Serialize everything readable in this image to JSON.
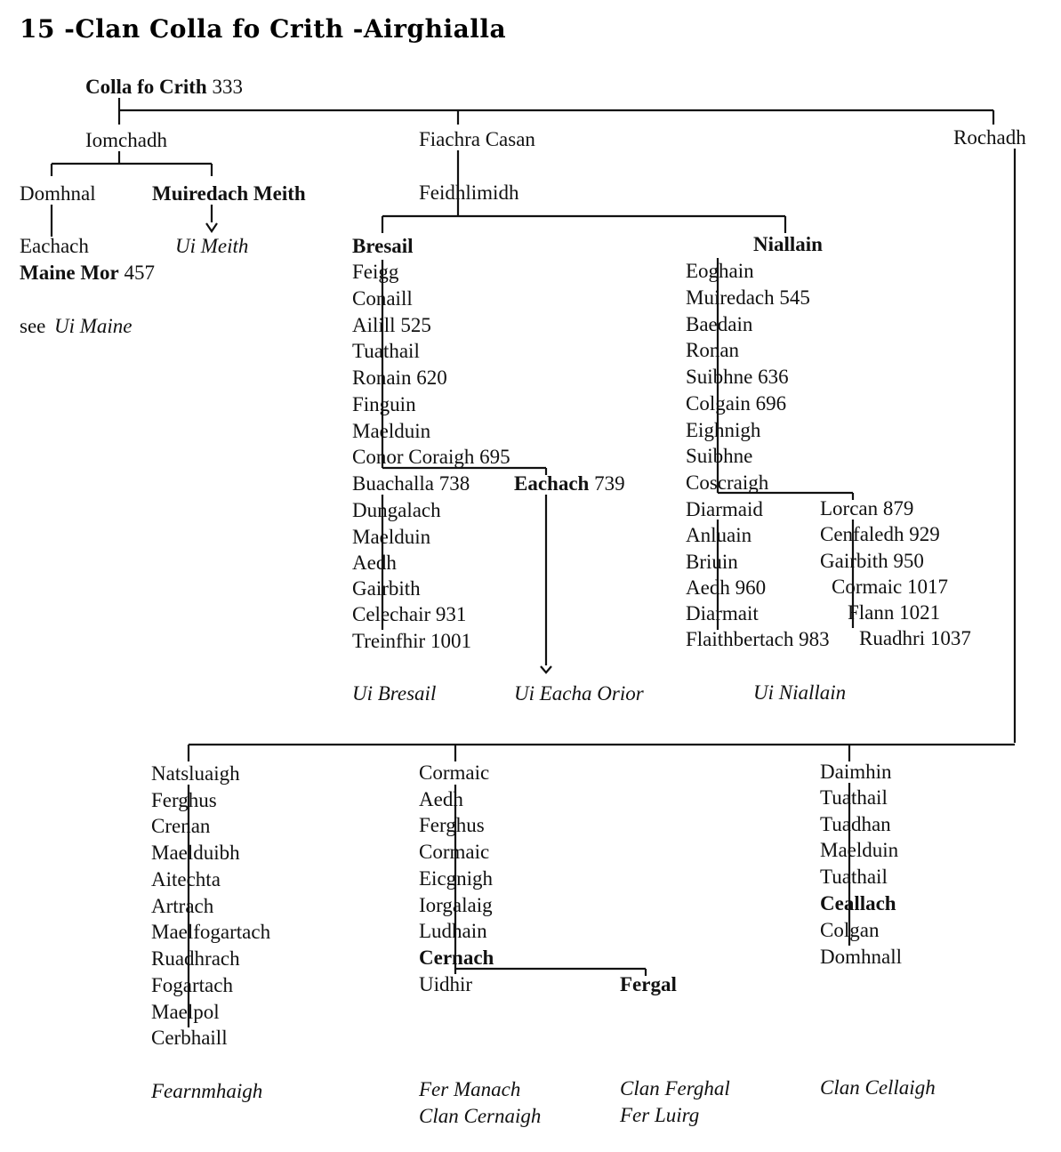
{
  "title": "15 -Clan Colla fo Crith -Airghialla",
  "nodes": [
    {
      "id": "colla",
      "name": "Colla fo Crith",
      "year": "333",
      "bold": true
    },
    {
      "id": "iomchadh",
      "name": "Iomchadh"
    },
    {
      "id": "fiachra",
      "name": "Fiachra Casan"
    },
    {
      "id": "rochadh",
      "name": "Rochadh"
    },
    {
      "id": "domhnal",
      "name": "Domhnal"
    },
    {
      "id": "muiredach_meith",
      "name": "Muiredach Meith",
      "bold": true
    },
    {
      "id": "feidhlimidh",
      "name": "Feidhlimidh"
    },
    {
      "id": "eachach_a",
      "name": "Eachach"
    },
    {
      "id": "ui_meith",
      "name": "Ui Meith",
      "italic": true
    },
    {
      "id": "maine_mor",
      "name": "Maine Mor",
      "year": "457",
      "bold": true
    },
    {
      "id": "see_ui_maine_prefix",
      "name": "see"
    },
    {
      "id": "see_ui_maine",
      "name": "Ui Maine",
      "italic": true
    },
    {
      "id": "bresail",
      "name": "Bresail",
      "bold": true
    },
    {
      "id": "feigg",
      "name": "Feigg"
    },
    {
      "id": "conaill",
      "name": "Conaill"
    },
    {
      "id": "ailill",
      "name": "Ailill",
      "year": "525"
    },
    {
      "id": "tuathail_b",
      "name": "Tuathail"
    },
    {
      "id": "ronain",
      "name": "Ronain",
      "year": "620"
    },
    {
      "id": "finguin",
      "name": "Finguin"
    },
    {
      "id": "maelduin_b1",
      "name": "Maelduin"
    },
    {
      "id": "conor",
      "name": "Conor Coraigh",
      "year": "695"
    },
    {
      "id": "buachalla",
      "name": "Buachalla",
      "year": "738"
    },
    {
      "id": "eachach_b",
      "name": "Eachach",
      "year": "739",
      "bold": true
    },
    {
      "id": "dungalach",
      "name": "Dungalach"
    },
    {
      "id": "maelduin_b2",
      "name": "Maelduin"
    },
    {
      "id": "aedh_b",
      "name": "Aedh"
    },
    {
      "id": "gairbith_b",
      "name": "Gairbith"
    },
    {
      "id": "celechair",
      "name": "Celechair",
      "year": "931"
    },
    {
      "id": "treinfhir",
      "name": "Treinfhir",
      "year": "1001"
    },
    {
      "id": "ui_bresail",
      "name": "Ui Bresail",
      "italic": true
    },
    {
      "id": "ui_eacha",
      "name": "Ui Eacha Orior",
      "italic": true
    },
    {
      "id": "niallain",
      "name": "Niallain",
      "bold": true
    },
    {
      "id": "eoghain",
      "name": "Eoghain"
    },
    {
      "id": "muiredach_n",
      "name": "Muiredach",
      "year": "545"
    },
    {
      "id": "baedain",
      "name": "Baedain"
    },
    {
      "id": "ronan_n",
      "name": "Ronan"
    },
    {
      "id": "suibhne_1",
      "name": "Suibhne",
      "year": "636"
    },
    {
      "id": "colgain",
      "name": "Colgain",
      "year": "696"
    },
    {
      "id": "eighnigh",
      "name": "Eighnigh"
    },
    {
      "id": "suibhne_2",
      "name": "Suibhne"
    },
    {
      "id": "coscraigh",
      "name": "Coscraigh"
    },
    {
      "id": "diarmaid",
      "name": "Diarmaid"
    },
    {
      "id": "lorcan",
      "name": "Lorcan",
      "year": "879"
    },
    {
      "id": "anluain",
      "name": "Anluain"
    },
    {
      "id": "cenfaledh",
      "name": "Cenfaledh",
      "year": "929"
    },
    {
      "id": "briuin",
      "name": "Briuin"
    },
    {
      "id": "gairbith_n",
      "name": "Gairbith",
      "year": "950"
    },
    {
      "id": "aedh_n",
      "name": "Aedh",
      "year": "960"
    },
    {
      "id": "cormaic_n",
      "name": "Cormaic",
      "year": "1017"
    },
    {
      "id": "diarmait",
      "name": "Diarmait"
    },
    {
      "id": "flann",
      "name": "Flann",
      "year": "1021"
    },
    {
      "id": "flaithbertach",
      "name": "Flaithbertach",
      "year": "983"
    },
    {
      "id": "ruadhri",
      "name": "Ruadhri",
      "year": "1037"
    },
    {
      "id": "ui_niallain",
      "name": "Ui Niallain",
      "italic": true
    },
    {
      "id": "natsluaigh",
      "name": "Natsluaigh"
    },
    {
      "id": "ferghus_l",
      "name": "Ferghus"
    },
    {
      "id": "crenan",
      "name": "Crenan"
    },
    {
      "id": "maelduibh",
      "name": "Maelduibh"
    },
    {
      "id": "aitechta",
      "name": "Aitechta"
    },
    {
      "id": "artrach",
      "name": "Artrach"
    },
    {
      "id": "maelfogartach",
      "name": "Maelfogartach"
    },
    {
      "id": "ruadhrach",
      "name": "Ruadhrach"
    },
    {
      "id": "fogartach",
      "name": "Fogartach"
    },
    {
      "id": "maelpol",
      "name": "Maelpol"
    },
    {
      "id": "cerbhaill",
      "name": "Cerbhaill"
    },
    {
      "id": "fearnmhaigh",
      "name": "Fearnmhaigh",
      "italic": true
    },
    {
      "id": "cormaic_m1",
      "name": "Cormaic"
    },
    {
      "id": "aedh_m",
      "name": "Aedh"
    },
    {
      "id": "ferghus_m",
      "name": "Ferghus"
    },
    {
      "id": "cormaic_m2",
      "name": "Cormaic"
    },
    {
      "id": "eicgnigh",
      "name": "Eicgnigh"
    },
    {
      "id": "iorgalaig",
      "name": "Iorgalaig"
    },
    {
      "id": "ludhain",
      "name": "Ludhain"
    },
    {
      "id": "cernach",
      "name": "Cernach",
      "bold": true
    },
    {
      "id": "uidhir",
      "name": "Uidhir"
    },
    {
      "id": "fergal",
      "name": "Fergal",
      "bold": true
    },
    {
      "id": "fer_manach",
      "name": "Fer Manach",
      "italic": true
    },
    {
      "id": "clan_cernaigh",
      "name": "Clan Cernaigh",
      "italic": true
    },
    {
      "id": "clan_ferghal",
      "name": "Clan Ferghal",
      "italic": true
    },
    {
      "id": "fer_luirg",
      "name": "Fer Luirg",
      "italic": true
    },
    {
      "id": "daimhin",
      "name": "Daimhin"
    },
    {
      "id": "tuathail_r1",
      "name": "Tuathail"
    },
    {
      "id": "tuadhan",
      "name": "Tuadhan"
    },
    {
      "id": "maelduin_r",
      "name": "Maelduin"
    },
    {
      "id": "tuathail_r2",
      "name": "Tuathail"
    },
    {
      "id": "ceallach",
      "name": "Ceallach",
      "bold": true
    },
    {
      "id": "colgan",
      "name": "Colgan"
    },
    {
      "id": "domhnall",
      "name": "Domhnall"
    },
    {
      "id": "clan_cellaigh",
      "name": "Clan Cellaigh",
      "italic": true
    }
  ],
  "edges": [
    [
      "colla",
      "iomchadh"
    ],
    [
      "colla",
      "fiachra"
    ],
    [
      "colla",
      "rochadh"
    ],
    [
      "iomchadh",
      "domhnal"
    ],
    [
      "iomchadh",
      "muiredach_meith"
    ],
    [
      "domhnal",
      "eachach_a"
    ],
    [
      "eachach_a",
      "maine_mor"
    ],
    [
      "muiredach_meith",
      "ui_meith"
    ],
    [
      "fiachra",
      "feidhlimidh"
    ],
    [
      "feidhlimidh",
      "bresail"
    ],
    [
      "feidhlimidh",
      "niallain"
    ],
    [
      "bresail",
      "feigg"
    ],
    [
      "feigg",
      "conaill"
    ],
    [
      "conaill",
      "ailill"
    ],
    [
      "ailill",
      "tuathail_b"
    ],
    [
      "tuathail_b",
      "ronain"
    ],
    [
      "ronain",
      "finguin"
    ],
    [
      "finguin",
      "maelduin_b1"
    ],
    [
      "maelduin_b1",
      "conor"
    ],
    [
      "conor",
      "buachalla"
    ],
    [
      "conor",
      "eachach_b"
    ],
    [
      "buachalla",
      "dungalach"
    ],
    [
      "dungalach",
      "maelduin_b2"
    ],
    [
      "maelduin_b2",
      "aedh_b"
    ],
    [
      "aedh_b",
      "gairbith_b"
    ],
    [
      "gairbith_b",
      "celechair"
    ],
    [
      "celechair",
      "treinfhir"
    ],
    [
      "eachach_b",
      "ui_eacha"
    ],
    [
      "niallain",
      "eoghain"
    ],
    [
      "eoghain",
      "muiredach_n"
    ],
    [
      "muiredach_n",
      "baedain"
    ],
    [
      "baedain",
      "ronan_n"
    ],
    [
      "ronan_n",
      "suibhne_1"
    ],
    [
      "suibhne_1",
      "colgain"
    ],
    [
      "colgain",
      "eighnigh"
    ],
    [
      "eighnigh",
      "suibhne_2"
    ],
    [
      "suibhne_2",
      "coscraigh"
    ],
    [
      "coscraigh",
      "diarmaid"
    ],
    [
      "coscraigh",
      "lorcan"
    ],
    [
      "diarmaid",
      "anluain"
    ],
    [
      "anluain",
      "briuin"
    ],
    [
      "briuin",
      "aedh_n"
    ],
    [
      "aedh_n",
      "diarmait"
    ],
    [
      "diarmait",
      "flaithbertach"
    ],
    [
      "lorcan",
      "cenfaledh"
    ],
    [
      "cenfaledh",
      "gairbith_n"
    ],
    [
      "gairbith_n",
      "cormaic_n"
    ],
    [
      "cormaic_n",
      "flann"
    ],
    [
      "flann",
      "ruadhri"
    ],
    [
      "rochadh",
      "natsluaigh"
    ],
    [
      "rochadh",
      "cormaic_m1"
    ],
    [
      "rochadh",
      "daimhin"
    ],
    [
      "natsluaigh",
      "ferghus_l"
    ],
    [
      "ferghus_l",
      "crenan"
    ],
    [
      "crenan",
      "maelduibh"
    ],
    [
      "maelduibh",
      "aitechta"
    ],
    [
      "aitechta",
      "artrach"
    ],
    [
      "artrach",
      "maelfogartach"
    ],
    [
      "maelfogartach",
      "ruadhrach"
    ],
    [
      "ruadhrach",
      "fogartach"
    ],
    [
      "fogartach",
      "maelpol"
    ],
    [
      "maelpol",
      "cerbhaill"
    ],
    [
      "cormaic_m1",
      "aedh_m"
    ],
    [
      "aedh_m",
      "ferghus_m"
    ],
    [
      "ferghus_m",
      "cormaic_m2"
    ],
    [
      "cormaic_m2",
      "eicgnigh"
    ],
    [
      "eicgnigh",
      "iorgalaig"
    ],
    [
      "iorgalaig",
      "ludhain"
    ],
    [
      "ludhain",
      "cernach"
    ],
    [
      "cernach",
      "uidhir"
    ],
    [
      "cernach",
      "fergal"
    ],
    [
      "daimhin",
      "tuathail_r1"
    ],
    [
      "tuathail_r1",
      "tuadhan"
    ],
    [
      "tuadhan",
      "maelduin_r"
    ],
    [
      "maelduin_r",
      "tuathail_r2"
    ],
    [
      "tuathail_r2",
      "ceallach"
    ],
    [
      "ceallach",
      "colgan"
    ],
    [
      "colgan",
      "domhnall"
    ]
  ]
}
